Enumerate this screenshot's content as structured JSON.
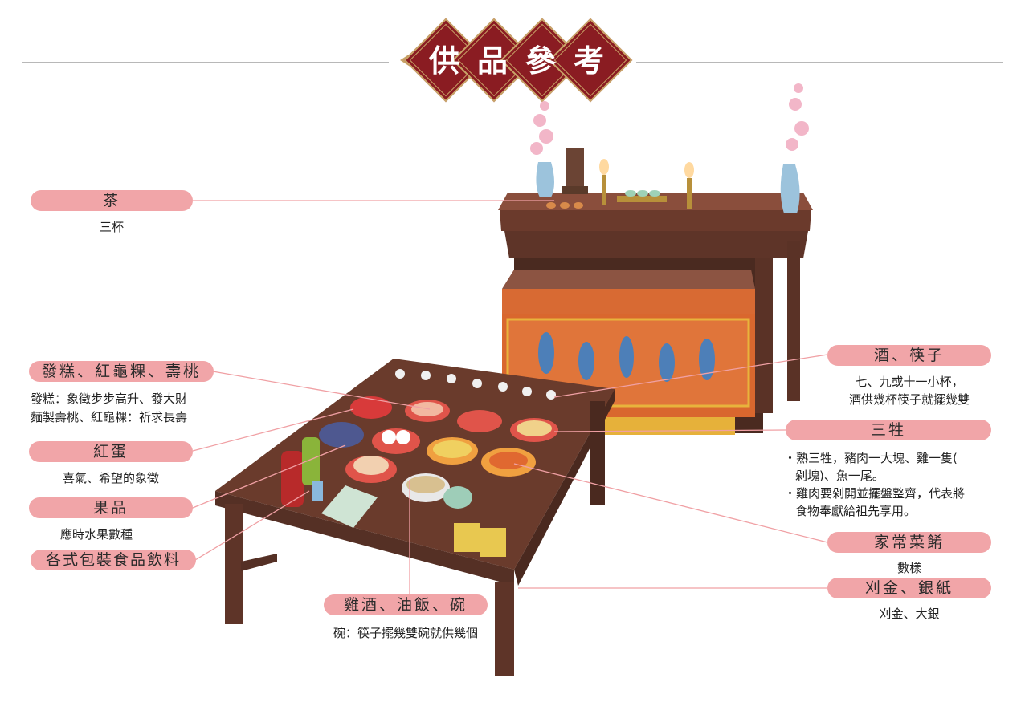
{
  "header": {
    "title_chars": [
      "供",
      "品",
      "參",
      "考"
    ],
    "title": "供品參考",
    "colors": {
      "banner": "#8a1c22",
      "banner_border": "#c9a468",
      "rule": "#b8b8b8"
    }
  },
  "callout_color": "#f1a5a8",
  "leader_color": "#f0a0a4",
  "labels": [
    {
      "id": "tea",
      "title": "茶",
      "desc": [
        "三杯"
      ]
    },
    {
      "id": "cakes",
      "title": "發糕、紅龜粿、壽桃",
      "desc": [
        "發糕：象徵步步高升、發大財",
        "麵製壽桃、紅龜粿：祈求長壽"
      ]
    },
    {
      "id": "red-eggs",
      "title": "紅蛋",
      "desc": [
        "喜氣、希望的象徵"
      ]
    },
    {
      "id": "fruit",
      "title": "果品",
      "desc": [
        "應時水果數種"
      ]
    },
    {
      "id": "packaged",
      "title": "各式包裝食品飲料",
      "desc": []
    },
    {
      "id": "chicken-wine",
      "title": "雞酒、油飯、碗",
      "desc": [
        "碗：筷子擺幾雙碗就供幾個"
      ]
    },
    {
      "id": "wine-chopsticks",
      "title": "酒、筷子",
      "desc": [
        "七、九或十一小杯，",
        "酒供幾杯筷子就擺幾雙"
      ]
    },
    {
      "id": "three-meats",
      "title": "三牲",
      "desc": [
        "・熟三牲，豬肉一大塊、雞一隻(",
        "剁塊)、魚一尾。",
        "・雞肉要剁開並擺盤整齊，代表將",
        "食物奉獻給祖先享用。"
      ]
    },
    {
      "id": "dishes",
      "title": "家常菜餚",
      "desc": [
        "數樣"
      ]
    },
    {
      "id": "paper-money",
      "title": "刈金、銀紙",
      "desc": [
        "刈金、大銀"
      ]
    }
  ]
}
